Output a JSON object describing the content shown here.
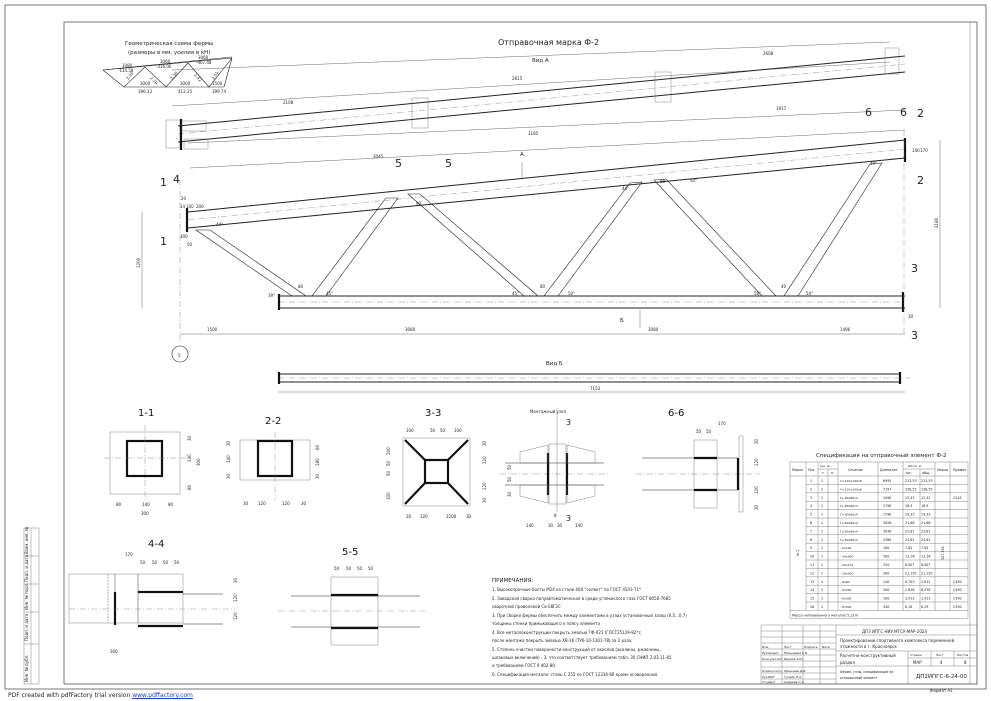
{
  "document": {
    "type": "steel truss shop drawing",
    "main_title": "Отправочная марка Ф-2",
    "view_a_label": "Вид А",
    "view_b_label": "Вид Б",
    "arrow_a": "А",
    "arrow_b": "Б",
    "axis_marker": "5"
  },
  "geometric_scheme": {
    "title_line1": "Геометрическая схема фермы",
    "title_line2": "(размеры в мм, усилия в кН)",
    "bottom_lengths": [
      "3000",
      "3000",
      "1500"
    ],
    "bottom_forces": [
      "396.33",
      "412.15",
      "399.74"
    ],
    "top_labels": [
      "1080",
      "3060",
      "3060"
    ],
    "top_forces": [
      "-114.58",
      "-316.00",
      "-407.48"
    ],
    "diag_labels": [
      "2.35",
      "2.19",
      "2.36",
      "2.42",
      "2.51"
    ]
  },
  "truss_dimensions": {
    "top_chord_view_a": [
      "2108",
      "2815",
      "2608"
    ],
    "top_chord_main": [
      "3045",
      "3185",
      "1917"
    ],
    "bottom_segments": [
      "1500",
      "3080",
      "3080",
      "1496"
    ],
    "view_b_length": "7153",
    "height_left": "1200",
    "height_right": "2180",
    "angles": [
      "44°",
      "39°",
      "45°",
      "45°",
      "50°",
      "58°",
      "54°",
      "49°",
      "44°",
      "50°"
    ],
    "gaps": [
      "80",
      "80",
      "40",
      "88",
      "90"
    ],
    "end_dims": [
      "20",
      "14",
      "100",
      "200",
      "300",
      "50",
      "140",
      "170",
      "30"
    ]
  },
  "section_markers": [
    "1",
    "1",
    "2",
    "2",
    "3",
    "3",
    "4",
    "5",
    "5",
    "6",
    "6"
  ],
  "sections": [
    {
      "title": "1-1",
      "dims_h": [
        "80",
        "140",
        "80"
      ],
      "total_h": "300",
      "dims_v": [
        "30",
        "140",
        "80"
      ],
      "total_v": "300"
    },
    {
      "title": "2-2",
      "dims_h": [
        "30",
        "120",
        "120",
        "30"
      ],
      "dims_v": [
        "30",
        "140",
        "30"
      ],
      "right_v": [
        "60",
        "180",
        "30"
      ]
    },
    {
      "title": "3-3",
      "dims_top": [
        "100",
        "50",
        "50",
        "100"
      ],
      "dims_bottom": [
        "30",
        "120",
        "1200",
        "30"
      ],
      "dims_left": [
        "100",
        "50",
        "50",
        "100"
      ],
      "dims_right": [
        "30",
        "120",
        "120",
        "30"
      ]
    },
    {
      "title": "Монтажный узел",
      "dims_bottom": [
        "140",
        "30",
        "30",
        "140"
      ],
      "dims_v": [
        "50",
        "50",
        "30"
      ],
      "gap": "8",
      "marker": "3"
    },
    {
      "title": "6-6",
      "dims_top": [
        "170",
        "50",
        "50"
      ],
      "dims_right": [
        "30",
        "120",
        "120",
        "30"
      ]
    },
    {
      "title": "4-4",
      "dims_top": [
        "170",
        "50",
        "50",
        "50",
        "50"
      ],
      "dims_bottom": [
        "300"
      ],
      "dims_right": [
        "30",
        "120",
        "120"
      ]
    },
    {
      "title": "5-5",
      "dims_top": [
        "50",
        "50",
        "50",
        "50"
      ]
    }
  ],
  "notes": {
    "heading": "ПРИМЕЧАНИЯ:",
    "items": [
      "1. Высокопрочные болты М24 из стали 40Х \"селект\" по ГОСТ 4543-71*",
      "2. Заводская сварка полуавтоматическая в среде углекислого газа ГОСТ 8050-7685",
      "сварочной проволокой Св-08Г2С",
      "3. При сборке фермы обеспечить между элементами в узлах установочный зазор (0.5...0.7)",
      "толщины стенки примыкающего к поясу элемента",
      "4. Все металлоконструкции покрыть эмалью ГФ-021 (ГОСТ25129-82*);",
      "после монтажа покрыть эмалью ХВ-16 (ТУ6-10-1301-78) за 2 раза.",
      "5. Степень очистки поверхности конструкций от окислов (окалины, ржавчины,",
      "шлаковых включений) - 3, что соответствует требованиям табл. 30 СНИП 2.03.11-85",
      "и требованиям ГОСТ 9.402-80.",
      "6. Спецификация металла: сталь С 255 по ГОСТ 12336-66 кроме оговоренной."
    ]
  },
  "spec_table": {
    "title": "Спецификация на отправочный элемент Ф-2",
    "headers": [
      "Марка",
      "Поз.",
      "Кол. шт.",
      "т",
      "н",
      "Сечение",
      "Длина,мм",
      "Масса, кг",
      "шт.",
      "общ.",
      "Марки",
      "Примеч."
    ],
    "mark": "Ф-2",
    "mark_mass": "507,356",
    "rows": [
      {
        "pos": "1",
        "qty": "1",
        "section": "Гн 140х140х6",
        "length": "6995",
        "m1": "213,53",
        "m2": "213,53",
        "note": ""
      },
      {
        "pos": "2",
        "qty": "1",
        "section": "Гн 120х100х6",
        "length": "7197",
        "m1": "158,55",
        "m2": "158,55",
        "note": ""
      },
      {
        "pos": "3",
        "qty": "1",
        "section": "Гн 80х80х4",
        "length": "1990",
        "m1": "12,43",
        "m2": "12,42",
        "note": "С245"
      },
      {
        "pos": "4",
        "qty": "1",
        "section": "Гн 80х80х4",
        "length": "1790",
        "m1": "18,9",
        "m2": "18,9",
        "note": ""
      },
      {
        "pos": "5",
        "qty": "1",
        "section": "Гн 80х80х4",
        "length": "1790",
        "m1": "19,35",
        "m2": "19,33",
        "note": ""
      },
      {
        "pos": "6",
        "qty": "1",
        "section": "Гн 80х80х4",
        "length": "3026",
        "m1": "21,66",
        "m2": "21,66",
        "note": ""
      },
      {
        "pos": "7",
        "qty": "1",
        "section": "Гн 80х80х4",
        "length": "3036",
        "m1": "22,81",
        "m2": "22,81",
        "note": ""
      },
      {
        "pos": "8",
        "qty": "1",
        "section": "Гн 80х80х4",
        "length": "2580",
        "m1": "24,62",
        "m2": "24,62",
        "note": ""
      },
      {
        "pos": "9",
        "qty": "1",
        "section": "- 6х100",
        "length": "100",
        "m1": "7,85",
        "m2": "7,85",
        "note": ""
      },
      {
        "pos": "10",
        "qty": "1",
        "section": "- 30х380",
        "length": "300",
        "m1": "13,18",
        "m2": "13,18",
        "note": ""
      },
      {
        "pos": "11",
        "qty": "1",
        "section": "- 20х170",
        "length": "320",
        "m1": "8,007",
        "m2": "8,007",
        "note": ""
      },
      {
        "pos": "12",
        "qty": "1",
        "section": "- 30х300",
        "length": "300",
        "m1": "21,195",
        "m2": "21,195",
        "note": ""
      },
      {
        "pos": "13",
        "qty": "4",
        "section": "- 8х80",
        "length": "140",
        "m1": "0,703",
        "m2": "2,812",
        "note": "С390"
      },
      {
        "pos": "14",
        "qty": "3",
        "section": "- 6х200",
        "length": "200",
        "m1": "2,826",
        "m2": "8,478",
        "note": "С390"
      },
      {
        "pos": "15",
        "qty": "1",
        "section": "- 6х300",
        "length": "100",
        "m1": "1,413",
        "m2": "1,413",
        "note": "С390"
      },
      {
        "pos": "16",
        "qty": "1",
        "section": "- 8х300",
        "length": "440",
        "m1": "8,18",
        "m2": "8,29",
        "note": "С390"
      }
    ],
    "footer": "Масса наплавленного металла 5,12 кг"
  },
  "title_block": {
    "org": "ДПЗ ИПГС НИУ МГСУ-МАР-2024",
    "project_line1": "Проектирование спортивного комплекса переменной",
    "project_line2": "этажности в г. Красноярск",
    "section_title_line1": "Расчетно-конструктивный",
    "section_title_line2": "раздел",
    "sheet_title_line1": "Ферма, узлы, спецификация на",
    "sheet_title_line2": "отправочный элемент",
    "stage_header": "Стадия",
    "sheet_header": "Лист",
    "sheets_header": "Листов",
    "stage": "МАР",
    "sheet": "4",
    "sheets": "8",
    "code": "ДП2ИПГС-6-24-00",
    "format": "Формат А1",
    "col_headers": [
      "Изм.",
      "Кол.уч.",
      "Лист",
      "№док.",
      "Подпись",
      "Дата"
    ],
    "roles": [
      {
        "role": "Руководит.",
        "name": "Малышева А.В."
      },
      {
        "role": "Консультант",
        "name": "Иванов А.Ю."
      },
      {
        "role": "Нормоконтр.",
        "name": "Малышев Д.В."
      },
      {
        "role": "Рук.ВКР",
        "name": "Гусейн Н.А."
      },
      {
        "role": "Студент",
        "name": "Андреев С.А."
      }
    ]
  },
  "side_stamp": [
    "Взам. инв. №",
    "Подп. и дата",
    "Инв. № подл.",
    "Подп. и дата",
    "Инв. № дубл."
  ],
  "footer": {
    "text": "PDF created with pdfFactory trial version",
    "link": "www.pdffactory.com"
  }
}
